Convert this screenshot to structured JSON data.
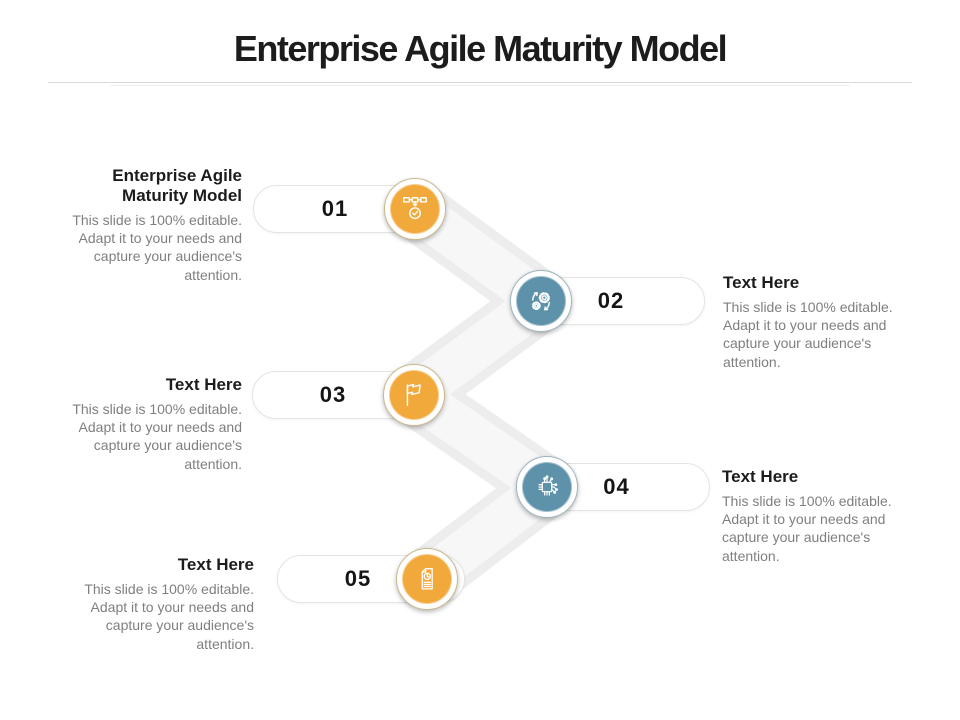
{
  "slide": {
    "title": "Enterprise Agile Maturity Model",
    "accent_orange": "#F2A93B",
    "accent_blue": "#5D92AA",
    "ribbon_color": "#EDEDEE",
    "background": "#FFFFFF"
  },
  "items": [
    {
      "number": "01",
      "heading": "Enterprise Agile Maturity Model",
      "body": "This slide is 100% editable. Adapt it to your needs and capture your audience's attention.",
      "icon": "workflow-timer-icon",
      "color": "#F2A93B",
      "side": "left"
    },
    {
      "number": "02",
      "heading": "Text Here",
      "body": "This slide is 100% editable. Adapt it to your needs and capture your audience's attention.",
      "icon": "gears-sync-icon",
      "color": "#5D92AA",
      "side": "right"
    },
    {
      "number": "03",
      "heading": "Text Here",
      "body": "This slide is 100% editable. Adapt it to your needs and capture your audience's attention.",
      "icon": "flag-icon",
      "color": "#F2A93B",
      "side": "left"
    },
    {
      "number": "04",
      "heading": "Text Here",
      "body": "This slide is 100% editable. Adapt it to your needs and capture your audience's attention.",
      "icon": "microchip-icon",
      "color": "#5D92AA",
      "side": "right"
    },
    {
      "number": "05",
      "heading": "Text Here",
      "body": "This slide is 100% editable. Adapt it to your needs and capture your audience's attention.",
      "icon": "report-icon",
      "color": "#F2A93B",
      "side": "left"
    }
  ]
}
